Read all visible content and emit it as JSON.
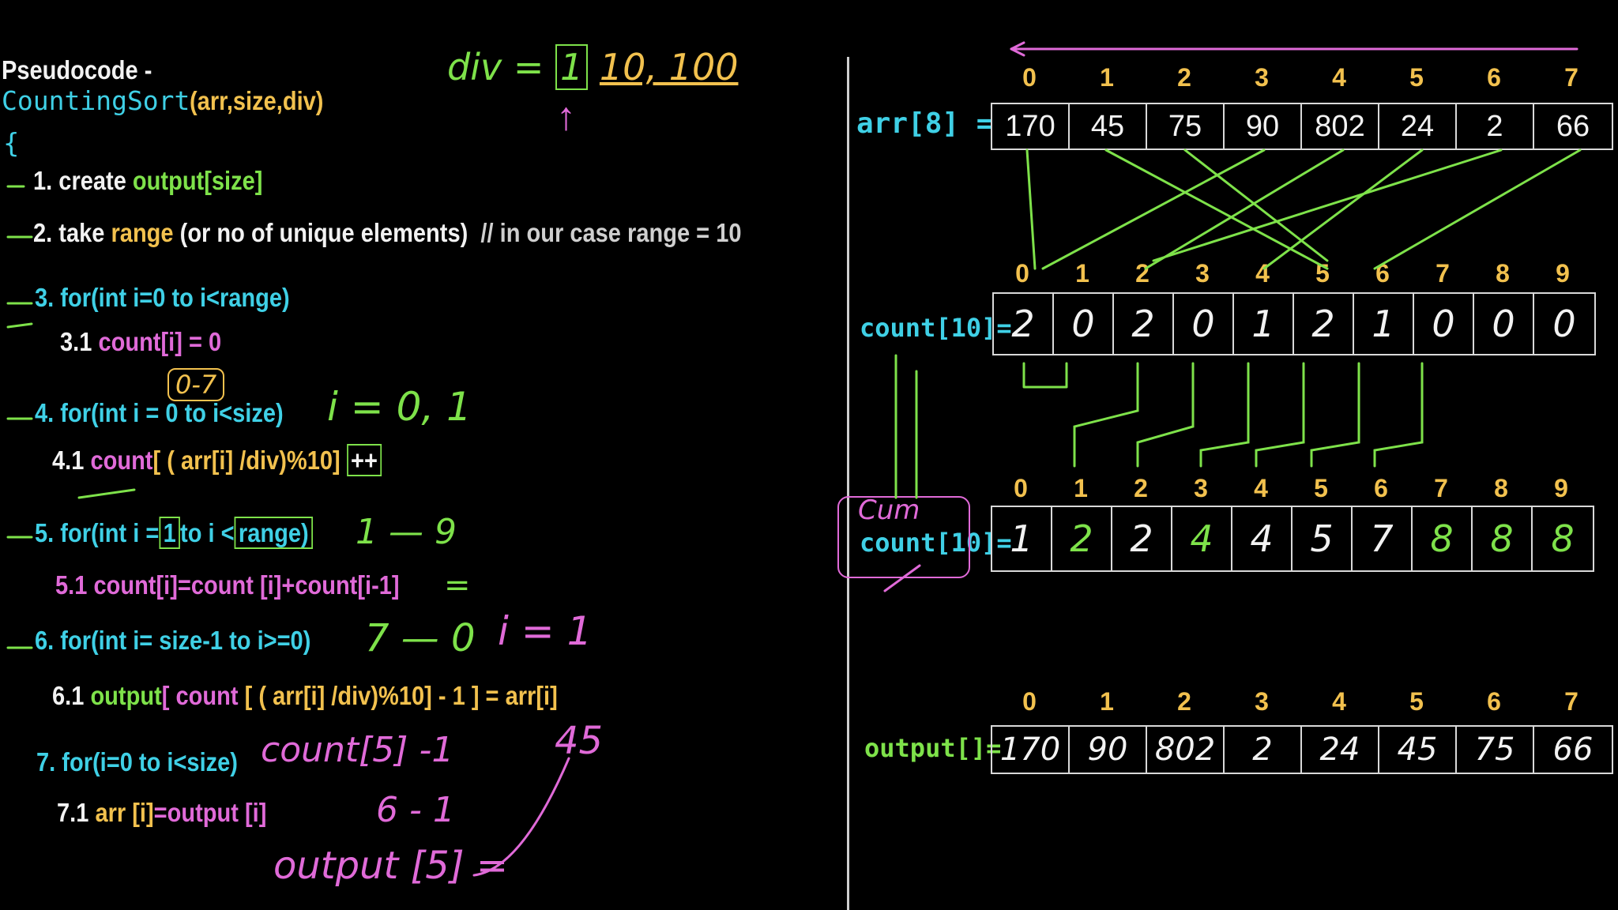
{
  "pseudocode": {
    "title": "Pseudocode -",
    "signature_name": "CountingSort",
    "signature_args": "(arr,size,div)",
    "open_brace": "{",
    "step1_prefix": "1. create",
    "step1_value": "output[size]",
    "step2_prefix": "2. take",
    "step2_keyword": "range",
    "step2_rest": "(or no of unique elements)",
    "step2_comment": "// in our case range = 10",
    "step3": "3. for(int i=0 to i<range)",
    "step3_1_prefix": "3.1",
    "step3_1_body": "count[i] = 0",
    "step4": "4. for(int i = 0 to i<size)",
    "step4_1_prefix": "4.1",
    "step4_1_count": "count",
    "step4_1_expr": "[ ( arr[i] /div)%10]",
    "step4_1_inc": "++",
    "step5": "5. for(int i =",
    "step5_one": "1",
    "step5_to": "to i <",
    "step5_range": "range)",
    "step5_1": "5.1 count[i]=count [i]+count[i-1]",
    "step6": "6. for(int i= size-1 to i>=0)",
    "step6_1_prefix": "6.1",
    "step6_1_output": "output",
    "step6_1_count": "[ count",
    "step6_1_expr": "[ ( arr[i] /div)%10] - 1 ] = arr[i]",
    "step7": "7. for(i=0 to i<size)",
    "step7_1_prefix": "7.1",
    "step7_1_arr": "arr [i]",
    "step7_1_rest": "=output [i]"
  },
  "annotations": {
    "div_label": "div =",
    "div_val1": "1",
    "div_vals_rest": "10, 100",
    "range_0_7": "0-7",
    "i_equals_0_1": "i = 0, 1",
    "range_1_9": "1 — 9",
    "equals_sign": "=",
    "range_7_0": "7 — 0",
    "i_equals_1": "i = 1",
    "count5_minus1": "count[5] -1",
    "six_minus1": "6 - 1",
    "output5": "output [5] =",
    "value_45": "45",
    "cum": "Cum"
  },
  "arrays": {
    "arr": {
      "label": "arr[8] =",
      "indices": [
        "0",
        "1",
        "2",
        "3",
        "4",
        "5",
        "6",
        "7"
      ],
      "values": [
        "170",
        "45",
        "75",
        "90",
        "802",
        "24",
        "2",
        "66"
      ]
    },
    "count": {
      "label": "count[10]=",
      "indices": [
        "0",
        "1",
        "2",
        "3",
        "4",
        "5",
        "6",
        "7",
        "8",
        "9"
      ],
      "values": [
        "2",
        "0",
        "2",
        "0",
        "1",
        "2",
        "1",
        "0",
        "0",
        "0"
      ]
    },
    "cum_count": {
      "label": "count[10]=",
      "indices": [
        "0",
        "1",
        "2",
        "3",
        "4",
        "5",
        "6",
        "7",
        "8",
        "9"
      ],
      "values": [
        "1",
        "2",
        "2",
        "4",
        "4",
        "5",
        "7",
        "8",
        "8",
        "8"
      ]
    },
    "output": {
      "label": "output[]=",
      "indices": [
        "0",
        "1",
        "2",
        "3",
        "4",
        "5",
        "6",
        "7"
      ],
      "values": [
        "170",
        "90",
        "802",
        "2",
        "24",
        "45",
        "75",
        "66"
      ]
    }
  },
  "colors": {
    "background": "#000000",
    "code_text": "#f2f2f2",
    "keyword_cyan": "#3fd0e6",
    "highlight_green": "#7ee24a",
    "variable_yellow": "#f2c14e",
    "annotation_pink": "#e06ad8"
  }
}
